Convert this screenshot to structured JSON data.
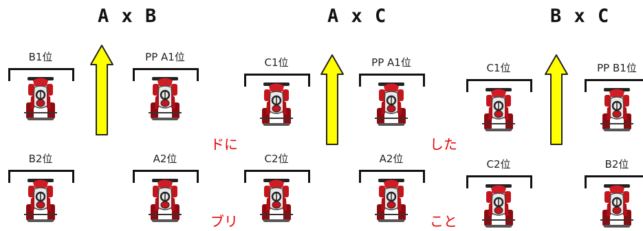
{
  "sections": [
    {
      "title": "A x B",
      "pole": "PP A1位",
      "p2": "B1位",
      "p3": "A2位",
      "p4": "B2位"
    },
    {
      "title": "A x C",
      "pole": "PP A1位",
      "p2": "C1位",
      "p3": "A2位",
      "p4": "C2位"
    },
    {
      "title": "B x C",
      "pole": "PP B1位",
      "p2": "C1位",
      "p3": "B2位",
      "p4": "C2位"
    }
  ],
  "background_text": [
    "ドに",
    "した",
    "ブリ",
    "こと"
  ],
  "colors": {
    "arrow": "#ffff00",
    "kart": "#c4151c",
    "text_red": "#e60000"
  }
}
